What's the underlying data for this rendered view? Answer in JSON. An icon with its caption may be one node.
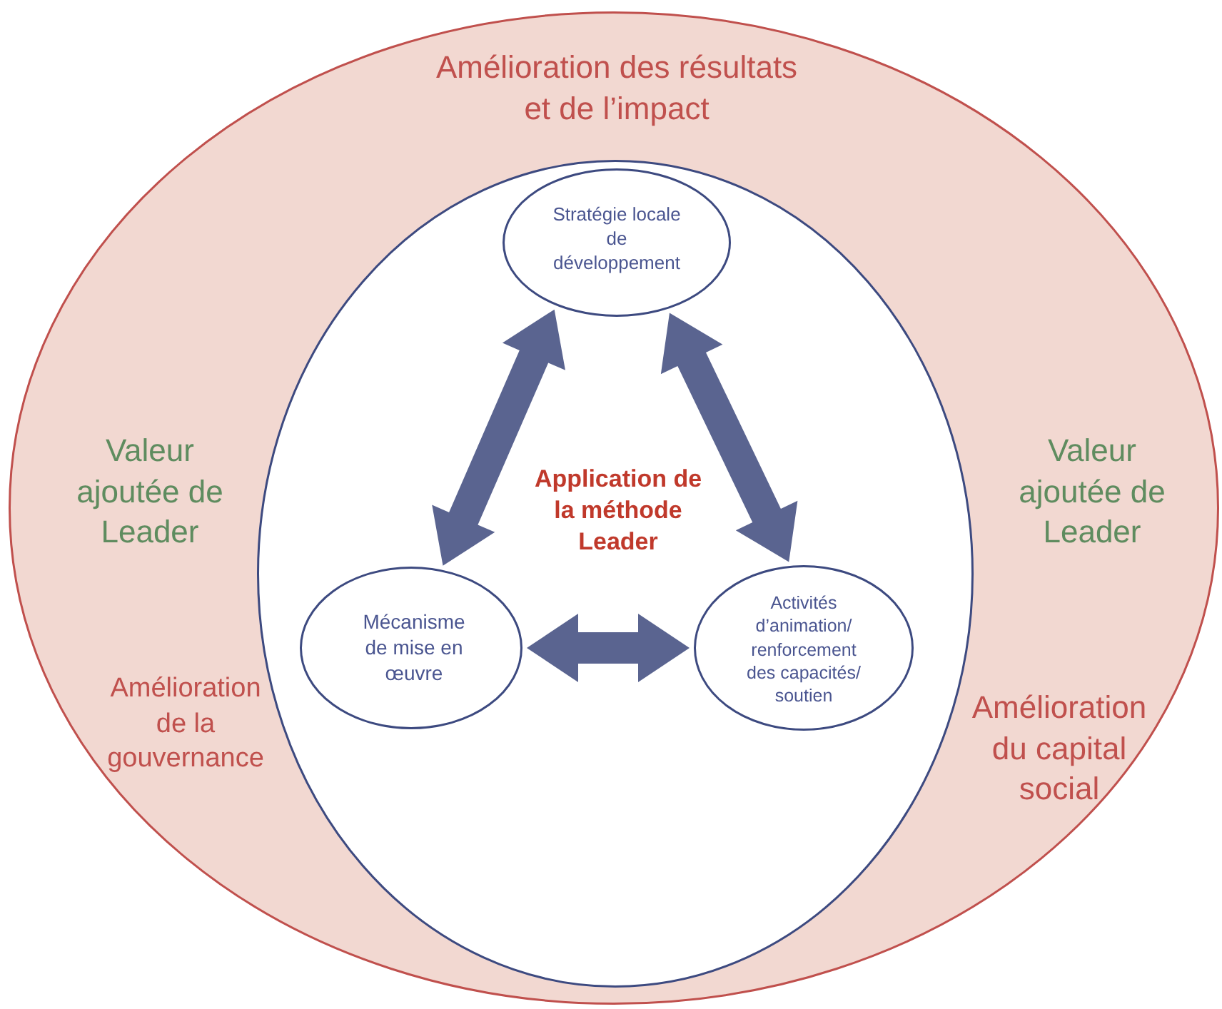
{
  "diagram": {
    "nodes": [
      {
        "text": [
          "Amélioration des résultats et de l’impact",
          "Valeur ajoutée de Leader",
          "Valeur ajoutée de Leader",
          "Amélioration de la gouvernance",
          "Amélioration du capital social"
        ]
      },
      {
        "text": [
          "Application de la méthode Leader"
        ],
        "in": 0
      },
      {
        "text": [
          "Stratégie locale de développement"
        ],
        "in": 1
      },
      {
        "text": [
          "Mécanisme de mise en œuvre"
        ],
        "in": 1
      },
      {
        "text": [
          "Activités d’animation/ renforcement des capacités/ soutien"
        ],
        "in": 1
      }
    ],
    "edges": [
      {
        "from": 3,
        "to": 2,
        "arrow": "both"
      },
      {
        "from": 2,
        "to": 4,
        "arrow": "both"
      },
      {
        "from": 3,
        "to": 4,
        "arrow": "both"
      }
    ]
  }
}
